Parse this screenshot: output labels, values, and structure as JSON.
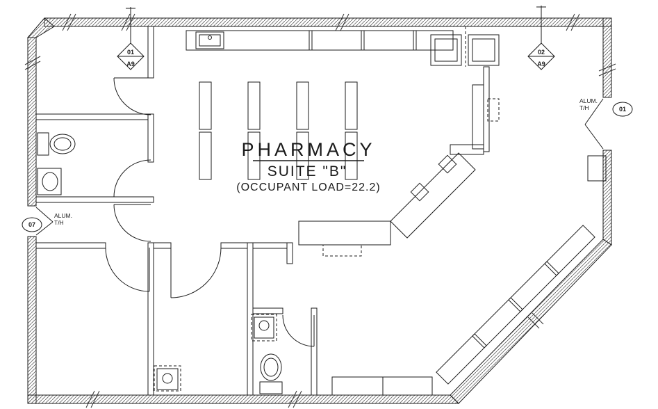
{
  "drawing": {
    "title": "PHARMACY",
    "suite": "SUITE \"B\"",
    "occupant_load": "(OCCUPANT LOAD=22.2)",
    "section_markers": {
      "marker_1": {
        "number": "01",
        "sheet": "A9"
      },
      "marker_2": {
        "number": "02",
        "sheet": "A9"
      }
    },
    "door_tags": {
      "right": {
        "id": "01",
        "note_line_1": "ALUM.",
        "note_line_2": "T/H"
      },
      "left": {
        "id": "07",
        "note_line_1": "ALUM.",
        "note_line_2": "T/H"
      }
    },
    "colors": {
      "ink": "#1a1a1a",
      "paper": "#ffffff"
    }
  }
}
